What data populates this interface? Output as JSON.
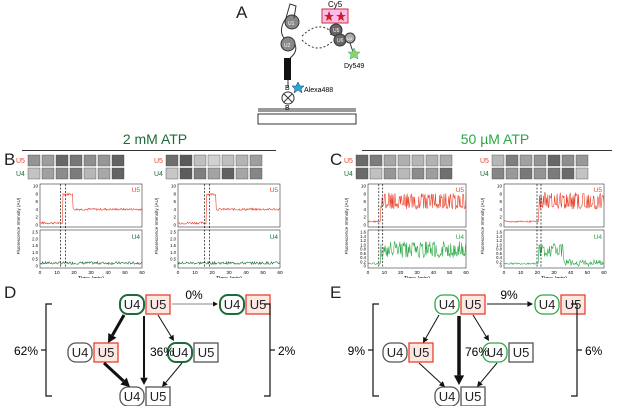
{
  "panels": {
    "A": {
      "letter": "A",
      "labels": {
        "cy5": "Cy5",
        "dy549": "Dy549",
        "alexa": "Alexa488",
        "u1": "U1",
        "u2": "U2",
        "u4": "U4",
        "u5": "U5",
        "u6": "U6",
        "b_top": "B",
        "b_bottom": "B"
      }
    },
    "B": {
      "letter": "B"
    },
    "C": {
      "letter": "C"
    },
    "D": {
      "letter": "D"
    },
    "E": {
      "letter": "E"
    }
  },
  "headers": {
    "left": "2 mM ATP",
    "right": "50 µM ATP"
  },
  "colors": {
    "u5": "#e8412c",
    "u4_dark": "#1e6b39",
    "u4_light": "#2aa845",
    "frame": "#333333"
  },
  "strip_labels": {
    "u5": "U5",
    "u4": "U4"
  },
  "traces": [
    {
      "id": "B1",
      "ylabel": "Fluorescence Intensity (AU)",
      "xlabel": "Time (min)",
      "u5_label": "U5",
      "u4_label": "U4",
      "u5_ticks": [
        "10",
        "8",
        "6",
        "4",
        "2",
        "0"
      ],
      "u4_ticks": [
        "2.5",
        "2.0",
        "1.5",
        "1.0",
        "0.5",
        "0"
      ],
      "x_ticks": [
        "0",
        "10",
        "20",
        "30",
        "40",
        "50",
        "60"
      ]
    },
    {
      "id": "B2",
      "ylabel": "Fluorescence Intensity (AU)",
      "xlabel": "Time (min)",
      "u5_label": "U5",
      "u4_label": "U4",
      "u5_ticks": [
        "10",
        "8",
        "6",
        "4",
        "2",
        "0"
      ],
      "u4_ticks": [
        "2.5",
        "2.0",
        "1.5",
        "1.0",
        "0.5",
        "0"
      ],
      "x_ticks": [
        "0",
        "10",
        "20",
        "30",
        "40",
        "50",
        "60"
      ]
    },
    {
      "id": "C1",
      "ylabel": "Fluorescence Intensity (AU)",
      "xlabel": "Time (min)",
      "u5_label": "U5",
      "u4_label": "U4",
      "u5_ticks": [
        "10",
        "8",
        "6",
        "4",
        "2",
        "0"
      ],
      "u4_ticks": [
        "1.6",
        "1.4",
        "1.2",
        "1.0",
        "0.8",
        "0.6",
        "0.4",
        "0.2",
        "0"
      ],
      "x_ticks": [
        "0",
        "10",
        "20",
        "30",
        "40",
        "50",
        "60"
      ]
    },
    {
      "id": "C2",
      "ylabel": "Fluorescence Intensity (AU)",
      "xlabel": "Time (min)",
      "u5_label": "U5",
      "u4_label": "U4",
      "u5_ticks": [
        "10",
        "8",
        "6",
        "4",
        "2",
        "0"
      ],
      "u4_ticks": [
        "1.6",
        "1.4",
        "1.2",
        "1.0",
        "0.8",
        "0.6",
        "0.4",
        "0.2",
        "0"
      ],
      "x_ticks": [
        "0",
        "10",
        "20",
        "30",
        "40",
        "50",
        "60"
      ]
    }
  ],
  "schemes": {
    "D": {
      "top_pct": "0%",
      "mid_pct": "36%",
      "left_pct": "62%",
      "right_pct": "2%",
      "u4": "U4",
      "u5": "U5"
    },
    "E": {
      "top_pct": "9%",
      "mid_pct": "76%",
      "left_pct": "9%",
      "right_pct": "6%",
      "u4": "U4",
      "u5": "U5"
    }
  }
}
